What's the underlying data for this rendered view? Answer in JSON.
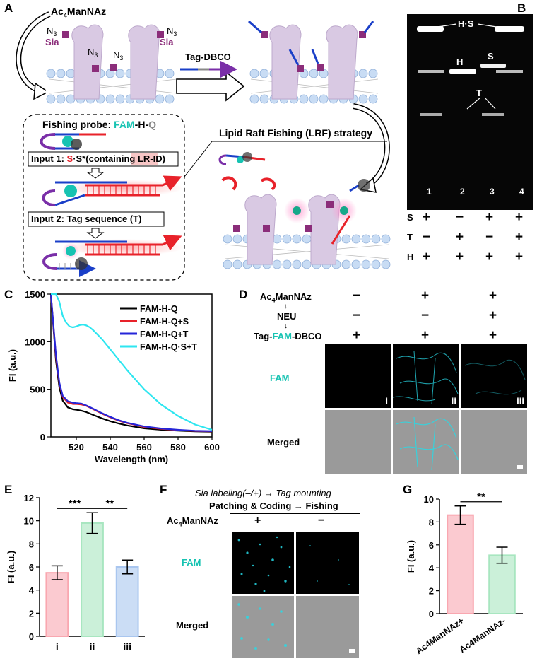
{
  "panels": [
    "A",
    "B",
    "C",
    "D",
    "E",
    "F",
    "G"
  ],
  "panel_a": {
    "reagent": "Ac4ManNAz",
    "azide": "N3",
    "sialic_acid": "Sia",
    "tag_reagent": "Tag-DBCO",
    "fishing_probe_prefix": "Fishing probe: ",
    "fishing_probe_fam": "FAM",
    "fishing_probe_h": "-H-",
    "fishing_probe_q": "Q",
    "input1_prefix": "Input 1: ",
    "input1_s": "S",
    "input1_mid": "·S*(containing ",
    "input1_lrid": "LR-ID",
    "input1_suffix": ")",
    "input2": "Input 2: Tag sequence (T)",
    "strategy": "Lipid Raft Fishing (LRF) strategy"
  },
  "panel_b": {
    "band_labels": {
      "hs": "H·S",
      "h": "H",
      "s": "S",
      "t": "T"
    },
    "lanes": [
      "1",
      "2",
      "3",
      "4"
    ],
    "rows": [
      {
        "label": "S",
        "marks": [
          "+",
          "−",
          "+",
          "+"
        ]
      },
      {
        "label": "T",
        "marks": [
          "−",
          "+",
          "−",
          "+"
        ]
      },
      {
        "label": "H",
        "marks": [
          "+",
          "+",
          "+",
          "+"
        ]
      }
    ]
  },
  "panel_c": {
    "chart_data": {
      "type": "line",
      "xlabel": "Wavelength (nm)",
      "ylabel": "FI (a.u.)",
      "xlim": [
        505,
        600
      ],
      "ylim": [
        0,
        1500
      ],
      "xticks": [
        520,
        540,
        560,
        580,
        600
      ],
      "yticks": [
        0,
        500,
        1000,
        1500
      ],
      "series": [
        {
          "name": "FAM-H-Q",
          "color": "#000000",
          "x": [
            505,
            508,
            510,
            512,
            515,
            518,
            520,
            523,
            526,
            530,
            535,
            540,
            545,
            550,
            560,
            570,
            580,
            590,
            600
          ],
          "y": [
            1500,
            800,
            520,
            380,
            310,
            290,
            285,
            275,
            260,
            230,
            195,
            165,
            140,
            120,
            90,
            75,
            65,
            58,
            55
          ]
        },
        {
          "name": "FAM-H-Q+S",
          "color": "#e8222a",
          "x": [
            505,
            508,
            510,
            512,
            515,
            518,
            520,
            523,
            526,
            530,
            535,
            540,
            545,
            550,
            560,
            570,
            580,
            590,
            600
          ],
          "y": [
            1500,
            840,
            560,
            420,
            360,
            345,
            345,
            340,
            325,
            290,
            245,
            205,
            170,
            145,
            105,
            85,
            72,
            62,
            58
          ]
        },
        {
          "name": "FAM-H-Q+T",
          "color": "#2525d8",
          "x": [
            505,
            508,
            510,
            512,
            515,
            518,
            520,
            523,
            526,
            530,
            535,
            540,
            545,
            550,
            560,
            570,
            580,
            590,
            600
          ],
          "y": [
            1500,
            860,
            570,
            430,
            375,
            360,
            355,
            350,
            330,
            295,
            250,
            210,
            175,
            148,
            110,
            88,
            74,
            64,
            60
          ]
        },
        {
          "name": "FAM-H-Q·S+T",
          "color": "#2ee6f0",
          "x": [
            505,
            508,
            510,
            512,
            514,
            516,
            518,
            520,
            522,
            524,
            526,
            528,
            530,
            535,
            540,
            545,
            550,
            560,
            570,
            580,
            590,
            600
          ],
          "y": [
            1500,
            1500,
            1420,
            1270,
            1200,
            1160,
            1150,
            1160,
            1175,
            1180,
            1170,
            1150,
            1120,
            1030,
            920,
            810,
            700,
            500,
            340,
            220,
            130,
            75
          ]
        }
      ]
    }
  },
  "panel_d": {
    "row_labels": [
      "Ac4ManNAz",
      "NEU",
      "Tag-FAM-DBCO"
    ],
    "tag_prefix": "Tag-",
    "tag_fam": "FAM",
    "tag_suffix": "-DBCO",
    "columns": [
      [
        "−",
        "−",
        "+"
      ],
      [
        "+",
        "−",
        "+"
      ],
      [
        "+",
        "+",
        "+"
      ]
    ],
    "image_rows": [
      "FAM",
      "Merged"
    ],
    "roman": [
      "i",
      "ii",
      "iii"
    ]
  },
  "panel_e": {
    "chart_data": {
      "type": "bar",
      "categories": [
        "i",
        "ii",
        "iii"
      ],
      "values": [
        5.5,
        9.8,
        6.0
      ],
      "errors": [
        0.6,
        0.9,
        0.6
      ],
      "colors": [
        "#f9a7b0",
        "#a8e6c0",
        "#a9c6ef"
      ],
      "ylabel": "FI (a.u.)",
      "ylim": [
        0,
        12
      ],
      "yticks": [
        0,
        2,
        4,
        6,
        8,
        10,
        12
      ],
      "significance": [
        {
          "from": "i",
          "to": "ii",
          "label": "***"
        },
        {
          "from": "ii",
          "to": "iii",
          "label": "**"
        }
      ]
    }
  },
  "panel_f": {
    "header1": "Sia labeling(–/+) → Tag mounting",
    "header2": "Patching & Coding → Fishing",
    "reagent": "Ac4ManNAz",
    "signs": [
      "+",
      "−"
    ],
    "image_rows": [
      "FAM",
      "Merged"
    ]
  },
  "panel_g": {
    "chart_data": {
      "type": "bar",
      "categories": [
        "Ac4ManNAz+",
        "Ac4ManNAz-"
      ],
      "values": [
        8.6,
        5.1
      ],
      "errors": [
        0.8,
        0.7
      ],
      "colors": [
        "#f9a7b0",
        "#a8e6c0"
      ],
      "ylabel": "FI (a.u.)",
      "ylim": [
        0,
        10
      ],
      "yticks": [
        0,
        2,
        4,
        6,
        8,
        10
      ],
      "significance": [
        {
          "from": "Ac4ManNAz+",
          "to": "Ac4ManNAz-",
          "label": "**"
        }
      ]
    }
  }
}
